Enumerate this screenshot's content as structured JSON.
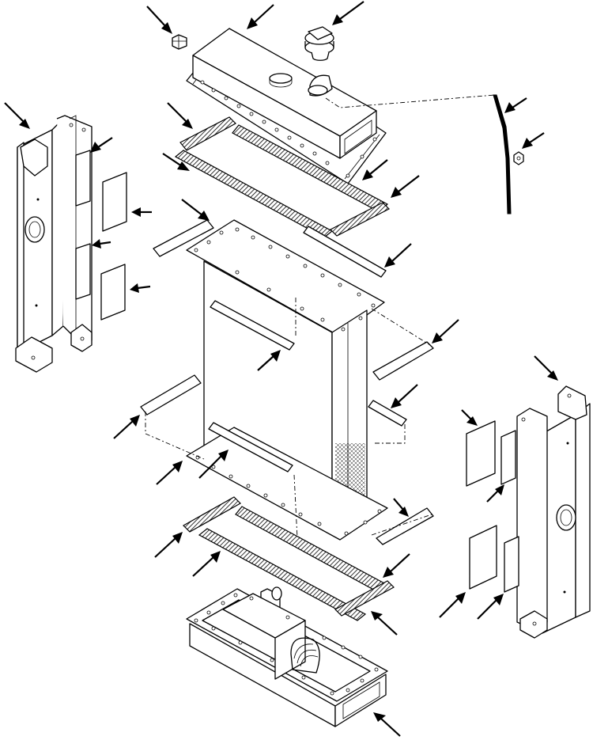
{
  "figure": {
    "kind": "exploded-parts-diagram",
    "parts": [
      {
        "name": "top-tank"
      },
      {
        "name": "radiator-cap"
      },
      {
        "name": "drain-plug"
      },
      {
        "name": "overflow-tube"
      },
      {
        "name": "tube-nut"
      },
      {
        "name": "upper-gaskets"
      },
      {
        "name": "radiator-core"
      },
      {
        "name": "core-strips"
      },
      {
        "name": "lower-gaskets"
      },
      {
        "name": "bottom-tank"
      },
      {
        "name": "left-side-bracket"
      },
      {
        "name": "right-side-bracket"
      },
      {
        "name": "insulation-pads"
      }
    ],
    "callout_count": 28
  }
}
